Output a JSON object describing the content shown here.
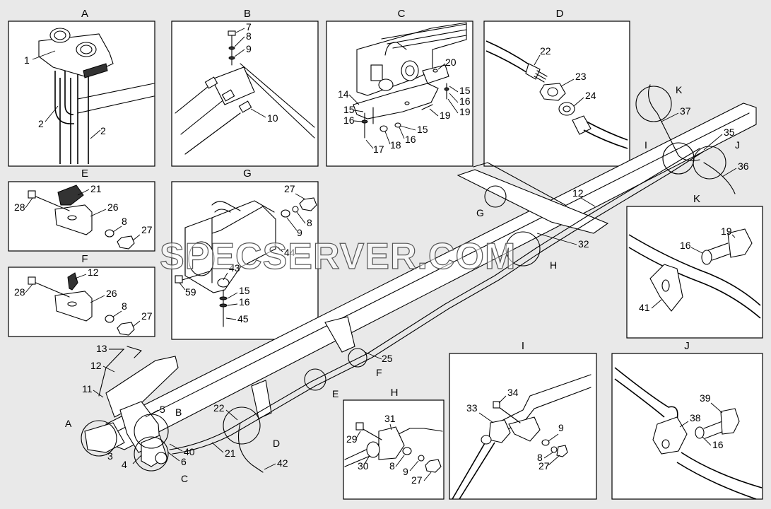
{
  "panels": {
    "A": {
      "title": "A",
      "labels": [
        "1",
        "2",
        "2"
      ]
    },
    "B": {
      "title": "B",
      "labels": [
        "7",
        "8",
        "9",
        "10"
      ]
    },
    "C": {
      "title": "C",
      "labels": [
        "20",
        "14",
        "15",
        "15",
        "16",
        "16",
        "19",
        "19",
        "15",
        "16",
        "18",
        "17"
      ]
    },
    "D": {
      "title": "D",
      "labels": [
        "22",
        "23",
        "24"
      ]
    },
    "E": {
      "title": "E",
      "labels": [
        "21",
        "28",
        "26",
        "8",
        "27"
      ]
    },
    "F": {
      "title": "F",
      "labels": [
        "12",
        "28",
        "26",
        "8",
        "27"
      ]
    },
    "G": {
      "title": "G",
      "labels": [
        "27",
        "8",
        "9",
        "44",
        "43",
        "59",
        "15",
        "16",
        "45"
      ]
    },
    "K": {
      "title": "K",
      "labels": [
        "19",
        "16",
        "41"
      ]
    },
    "H": {
      "title": "H",
      "labels": [
        "31",
        "29",
        "30",
        "8",
        "9",
        "27"
      ]
    },
    "I": {
      "title": "I",
      "labels": [
        "34",
        "33",
        "9",
        "8",
        "27"
      ]
    },
    "J": {
      "title": "J",
      "labels": [
        "39",
        "38",
        "16"
      ]
    }
  },
  "main": {
    "callouts": [
      "K",
      "37",
      "I",
      "35",
      "J",
      "36",
      "12",
      "G",
      "32",
      "H",
      "25",
      "F",
      "E",
      "13",
      "12",
      "11",
      "5",
      "B",
      "A",
      "3",
      "22",
      "4",
      "40",
      "6",
      "21",
      "D",
      "C",
      "42"
    ]
  },
  "watermark": "SPECSERVER.COM"
}
